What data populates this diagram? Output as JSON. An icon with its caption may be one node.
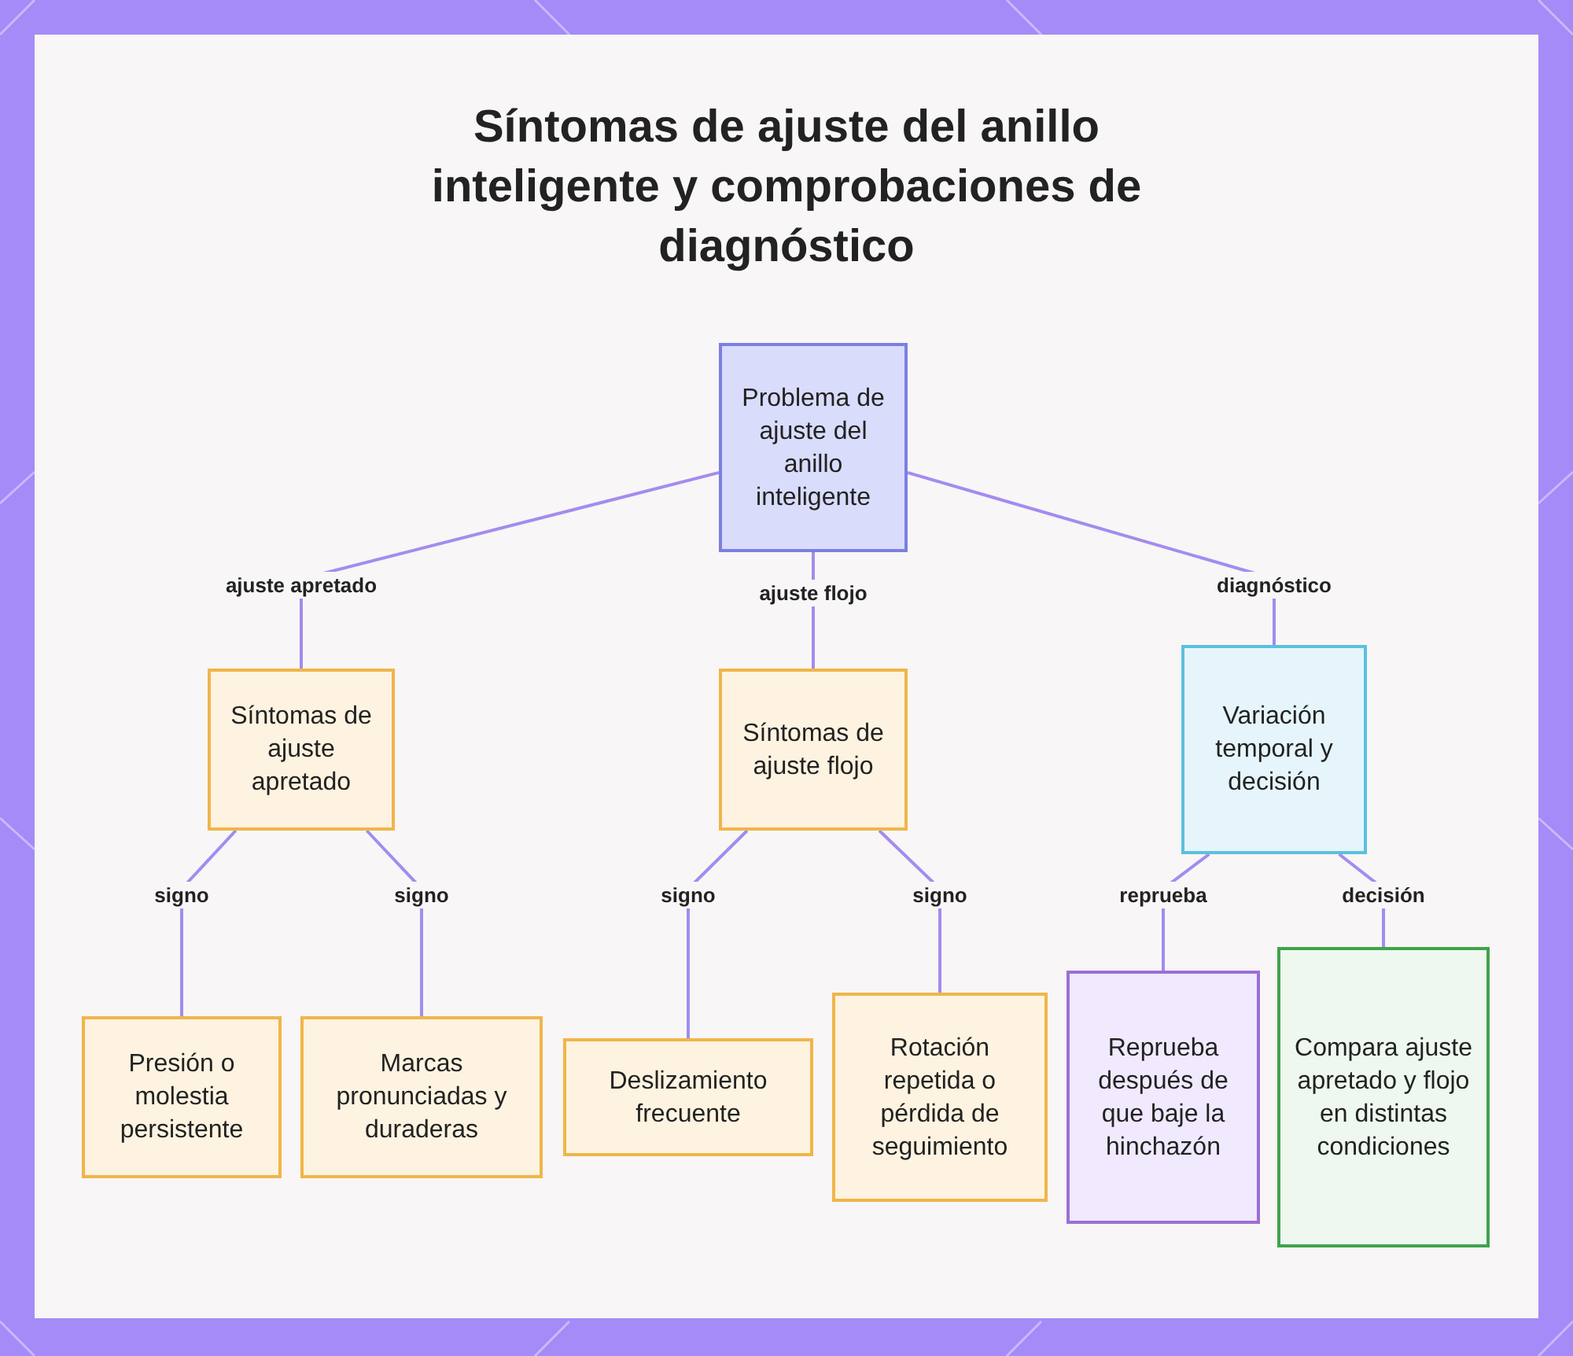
{
  "diagram": {
    "title": "Síntomas de ajuste del anillo inteligente y comprobaciones de diagnóstico",
    "nodes": [
      {
        "text": [
          "Problema de ajuste del anillo inteligente"
        ]
      },
      {
        "text": [
          "Síntomas de ajuste apretado"
        ]
      },
      {
        "text": [
          "Síntomas de ajuste flojo"
        ]
      },
      {
        "text": [
          "Variación temporal y decisión"
        ]
      },
      {
        "text": [
          "Presión o molestia persistente"
        ]
      },
      {
        "text": [
          "Marcas pronunciadas y duraderas"
        ]
      },
      {
        "text": [
          "Deslizamiento frecuente"
        ]
      },
      {
        "text": [
          "Rotación repetida o pérdida de seguimiento"
        ]
      },
      {
        "text": [
          "Reprueba después de que baje la hinchazón"
        ]
      },
      {
        "text": [
          "Compara ajuste apretado y flojo en distintas condiciones"
        ]
      }
    ],
    "edges": [
      {
        "from": 0,
        "to": 1,
        "arrow": "none",
        "label": "ajuste apretado"
      },
      {
        "from": 0,
        "to": 2,
        "arrow": "none",
        "label": "ajuste flojo"
      },
      {
        "from": 0,
        "to": 3,
        "arrow": "none",
        "label": "diagnóstico"
      },
      {
        "from": 1,
        "to": 4,
        "arrow": "none",
        "label": "signo"
      },
      {
        "from": 1,
        "to": 5,
        "arrow": "none",
        "label": "signo"
      },
      {
        "from": 2,
        "to": 6,
        "arrow": "none",
        "label": "signo"
      },
      {
        "from": 2,
        "to": 7,
        "arrow": "none",
        "label": "signo"
      },
      {
        "from": 3,
        "to": 8,
        "arrow": "none",
        "label": "reprueba"
      },
      {
        "from": 3,
        "to": 9,
        "arrow": "none",
        "label": "decisión"
      }
    ]
  }
}
